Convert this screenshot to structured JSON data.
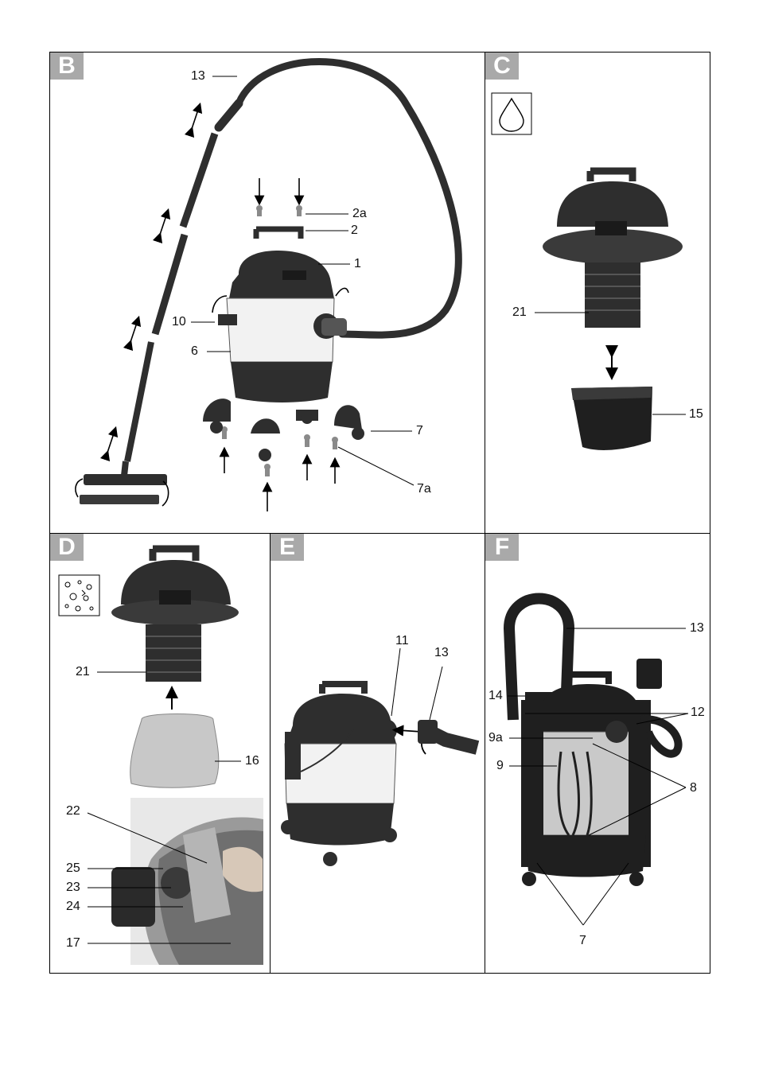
{
  "panels": {
    "B": {
      "letter": "B",
      "labels": [
        "13",
        "2a",
        "2",
        "1",
        "10",
        "6",
        "7",
        "7a"
      ]
    },
    "C": {
      "letter": "C",
      "labels": [
        "21",
        "15"
      ]
    },
    "D": {
      "letter": "D",
      "labels": [
        "21",
        "16",
        "22",
        "25",
        "23",
        "24",
        "17"
      ]
    },
    "E": {
      "letter": "E",
      "labels": [
        "11",
        "13"
      ]
    },
    "F": {
      "letter": "F",
      "labels": [
        "13",
        "14",
        "12",
        "9a",
        "9",
        "8",
        "7"
      ]
    }
  },
  "colors": {
    "badge": "#a9a9a9",
    "dark_part": "#2e2e2e",
    "light_body": "#f2f2f2",
    "filter_bag": "#c8c8c8"
  }
}
